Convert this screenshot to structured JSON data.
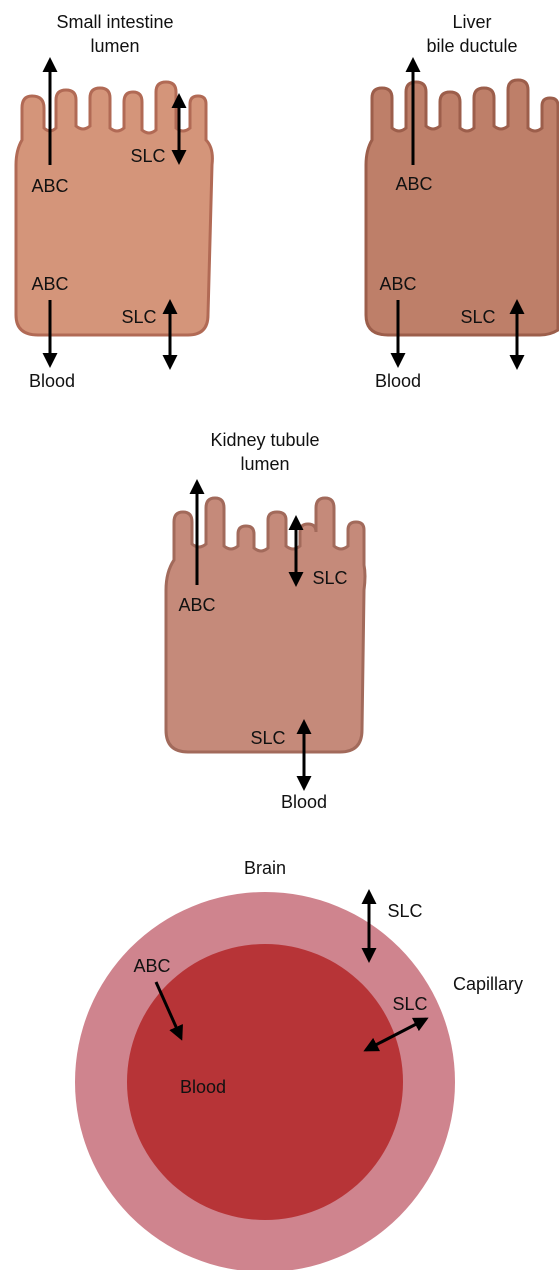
{
  "panels": {
    "intestine": {
      "title_line1": "Small intestine",
      "title_line2": "lumen",
      "apical_abc": "ABC",
      "apical_slc": "SLC",
      "basal_abc": "ABC",
      "basal_slc": "SLC",
      "bottom": "Blood",
      "color": "#D4957A"
    },
    "liver": {
      "title_line1": "Liver",
      "title_line2": "bile ductule",
      "apical_abc": "ABC",
      "basal_abc": "ABC",
      "basal_slc": "SLC",
      "bottom": "Blood",
      "color": "#BE7F69"
    },
    "kidney": {
      "title_line1": "Kidney tubule",
      "title_line2": "lumen",
      "apical_abc": "ABC",
      "apical_slc": "SLC",
      "basal_slc": "SLC",
      "bottom": "Blood",
      "color": "#C58A7A"
    },
    "brain": {
      "title": "Brain",
      "capillary": "Capillary",
      "slc_outer": "SLC",
      "slc_inner": "SLC",
      "abc": "ABC",
      "blood": "Blood",
      "outer_color": "#CF848E",
      "inner_color": "#B73437"
    }
  }
}
